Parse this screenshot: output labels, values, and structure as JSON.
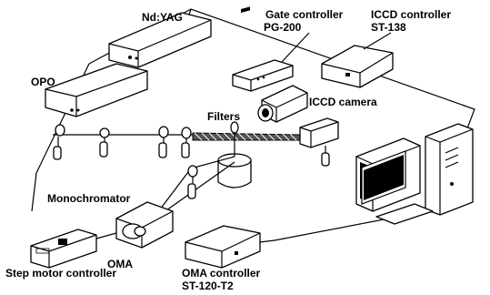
{
  "labels": {
    "ndyag": "Nd:YAG",
    "gate_controller_1": "Gate controller",
    "gate_controller_2": "PG-200",
    "iccd_controller_1": "ICCD controller",
    "iccd_controller_2": "ST-138",
    "opo": "OPO",
    "iccd_camera": "ICCD camera",
    "filters": "Filters",
    "monochromator": "Monochromator",
    "oma": "OMA",
    "step_motor_controller": "Step motor controller",
    "oma_controller_1": "OMA controller",
    "oma_controller_2": "ST-120-T2"
  }
}
